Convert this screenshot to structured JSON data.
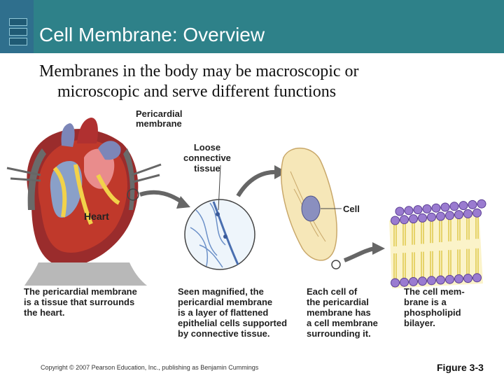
{
  "slide": {
    "title": "Cell Membrane: Overview",
    "subtitle_line1": "Membranes in the body may be macroscopic or",
    "subtitle_line2": "microscopic and serve different functions"
  },
  "figure": {
    "labels": {
      "pericardial_membrane": "Pericardial\nmembrane",
      "loose_connective_tissue": "Loose\nconnective\ntissue",
      "heart": "Heart",
      "cell": "Cell"
    },
    "captions": {
      "caption1": "The pericardial membrane\nis a tissue that surrounds\nthe heart.",
      "caption2": "Seen magnified, the\npericardial membrane\nis a layer of flattened\nepithelial cells supported\nby connective tissue.",
      "caption3": "Each cell of\nthe pericardial\nmembrane has\na cell membrane\nsurrounding it.",
      "caption4": "The cell mem-\nbrane is a\nphospholipid\nbilayer."
    }
  },
  "footer": {
    "copyright": "Copyright © 2007 Pearson Education, Inc., publishing as Benjamin Cummings",
    "figure_number": "Figure 3-3"
  },
  "colors": {
    "title_bar": "#2e8189",
    "phospholipid_head": "#9a7bd0",
    "phospholipid_tail": "#e6d36a",
    "cell_fill": "#f6e7b8"
  }
}
